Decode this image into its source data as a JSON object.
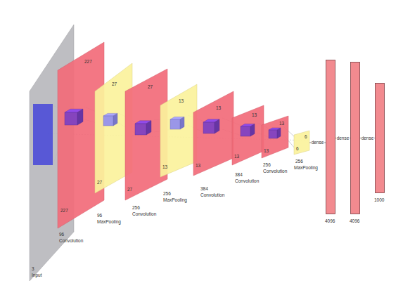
{
  "diagram": {
    "nodes": [
      {
        "text": [
          "3",
          "Input"
        ]
      },
      {
        "text": [
          "227",
          "227",
          "96",
          "Convolution"
        ]
      },
      {
        "text": [
          "27",
          "27",
          "96",
          "MaxPooling"
        ]
      },
      {
        "text": [
          "27",
          "27",
          "256",
          "Convolution"
        ]
      },
      {
        "text": [
          "13",
          "13",
          "256",
          "MaxPooling"
        ]
      },
      {
        "text": [
          "13",
          "13",
          "384",
          "Convolution"
        ]
      },
      {
        "text": [
          "13",
          "13",
          "384",
          "Convolution"
        ]
      },
      {
        "text": [
          "13",
          "13",
          "256",
          "Convolution"
        ]
      },
      {
        "text": [
          "6",
          "6",
          "256",
          "MaxPooling"
        ]
      },
      {
        "text": [
          "4096"
        ]
      },
      {
        "text": [
          "4096"
        ]
      },
      {
        "text": [
          "1000"
        ]
      }
    ],
    "edges": [
      {
        "from": 8,
        "to": 9,
        "label": "dense",
        "arrow": "none"
      },
      {
        "from": 9,
        "to": 10,
        "label": "dense",
        "arrow": "none"
      },
      {
        "from": 10,
        "to": 11,
        "label": "dense",
        "arrow": "none"
      }
    ]
  }
}
